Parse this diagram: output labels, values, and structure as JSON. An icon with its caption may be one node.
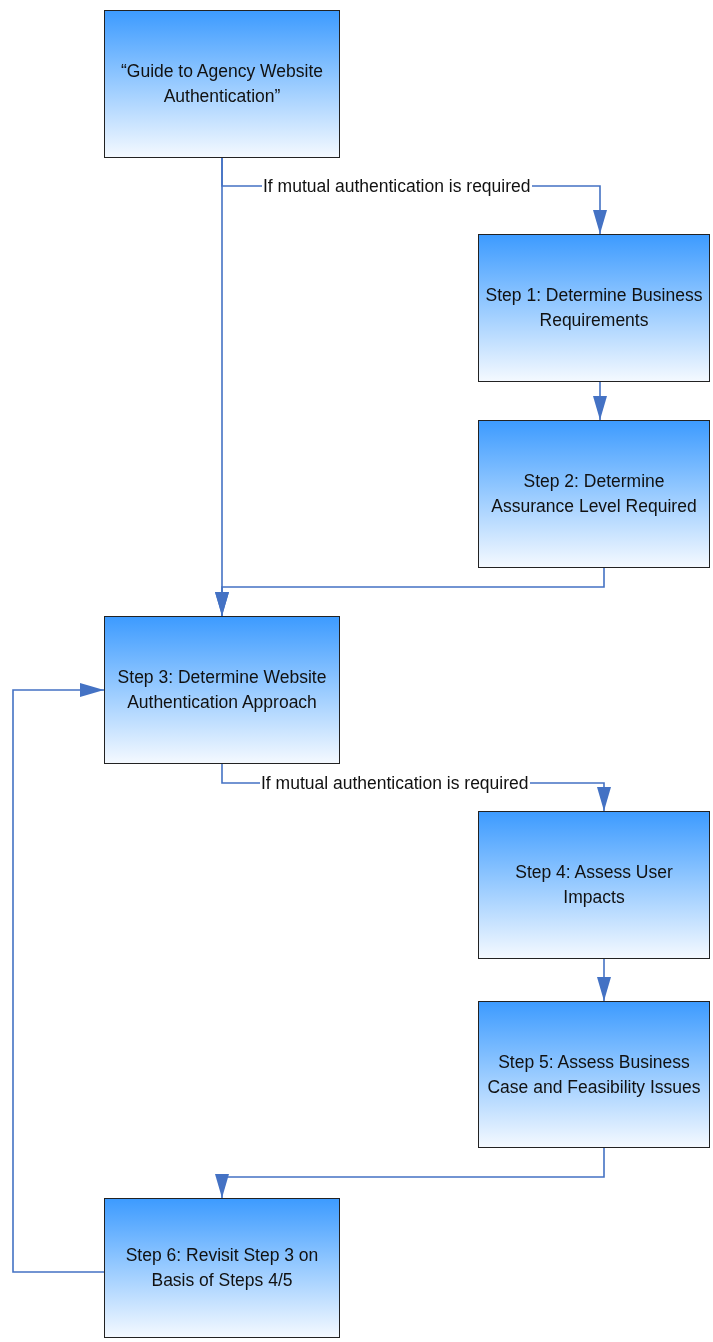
{
  "diagram": {
    "nodes": [
      {
        "text": [
          "“Guide to Agency Website Authentication”"
        ]
      },
      {
        "text": [
          "Step 1: Determine Business Requirements"
        ]
      },
      {
        "text": [
          "Step 2: Determine Assurance Level Required"
        ]
      },
      {
        "text": [
          "Step 3: Determine Website Authentication Approach"
        ]
      },
      {
        "text": [
          "Step 4: Assess User Impacts"
        ]
      },
      {
        "text": [
          "Step 5: Assess Business Case and Feasibility Issues"
        ]
      },
      {
        "text": [
          "Step 6: Revisit Step 3 on Basis of Steps 4/5"
        ]
      }
    ],
    "edges": [
      {
        "from": 0,
        "to": 1,
        "arrow": "to",
        "label": "If mutual authentication is required"
      },
      {
        "from": 0,
        "to": 3,
        "arrow": "to"
      },
      {
        "from": 1,
        "to": 2,
        "arrow": "to"
      },
      {
        "from": 2,
        "to": 3,
        "arrow": "to"
      },
      {
        "from": 3,
        "to": 4,
        "arrow": "to",
        "label": "If mutual authentication is required"
      },
      {
        "from": 4,
        "to": 5,
        "arrow": "to"
      },
      {
        "from": 5,
        "to": 6,
        "arrow": "to"
      },
      {
        "from": 6,
        "to": 3,
        "arrow": "to"
      }
    ]
  }
}
